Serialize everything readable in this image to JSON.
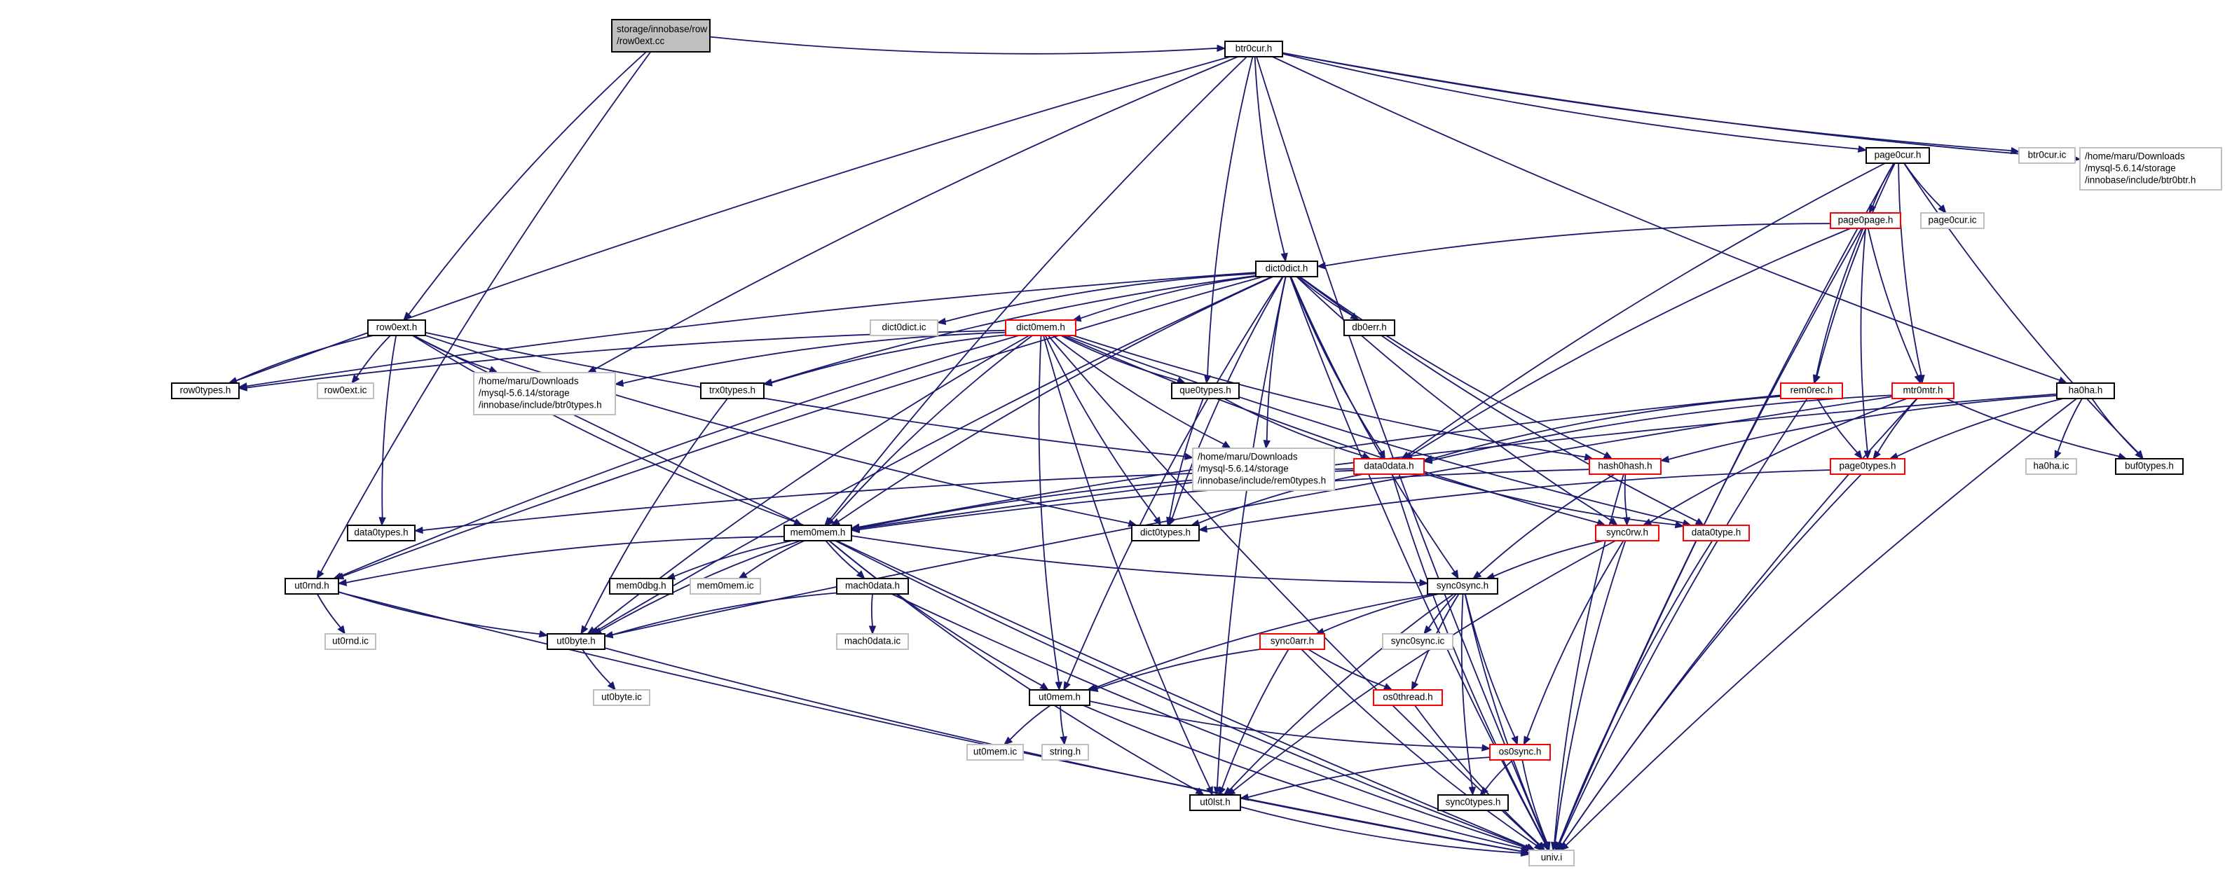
{
  "colors": {
    "edge": "#191970",
    "root_fill": "#bfbfbf",
    "root_stroke": "#000000",
    "normal_stroke": "#000000",
    "truncated_stroke": "#ff0000",
    "missing_stroke": "#bfbfbf",
    "text": "#000000"
  },
  "nodes": [
    {
      "id": "root",
      "lines": [
        "storage/innobase/row",
        "/row0ext.cc"
      ],
      "style": "root"
    },
    {
      "id": "btr0cur_h",
      "lines": [
        "btr0cur.h"
      ],
      "style": "normal"
    },
    {
      "id": "btr0cur_ic",
      "lines": [
        "btr0cur.ic"
      ],
      "style": "missing"
    },
    {
      "id": "btr0btr_h",
      "lines": [
        "/home/maru/Downloads",
        "/mysql-5.6.14/storage",
        "/innobase/include/btr0btr.h"
      ],
      "style": "missing"
    },
    {
      "id": "page0cur_h",
      "lines": [
        "page0cur.h"
      ],
      "style": "normal"
    },
    {
      "id": "page0cur_ic",
      "lines": [
        "page0cur.ic"
      ],
      "style": "missing"
    },
    {
      "id": "page0page_h",
      "lines": [
        "page0page.h"
      ],
      "style": "truncated"
    },
    {
      "id": "dict0dict_h",
      "lines": [
        "dict0dict.h"
      ],
      "style": "normal"
    },
    {
      "id": "dict0dict_ic",
      "lines": [
        "dict0dict.ic"
      ],
      "style": "missing"
    },
    {
      "id": "db0err_h",
      "lines": [
        "db0err.h"
      ],
      "style": "normal"
    },
    {
      "id": "row0ext_h",
      "lines": [
        "row0ext.h"
      ],
      "style": "normal"
    },
    {
      "id": "row0types_h",
      "lines": [
        "row0types.h"
      ],
      "style": "normal"
    },
    {
      "id": "row0ext_ic",
      "lines": [
        "row0ext.ic"
      ],
      "style": "missing"
    },
    {
      "id": "btr0types_h",
      "lines": [
        "/home/maru/Downloads",
        "/mysql-5.6.14/storage",
        "/innobase/include/btr0types.h"
      ],
      "style": "missing"
    },
    {
      "id": "dict0mem_h",
      "lines": [
        "dict0mem.h"
      ],
      "style": "truncated"
    },
    {
      "id": "trx0types_h",
      "lines": [
        "trx0types.h"
      ],
      "style": "normal"
    },
    {
      "id": "que0types_h",
      "lines": [
        "que0types.h"
      ],
      "style": "normal"
    },
    {
      "id": "rem0types_h",
      "lines": [
        "/home/maru/Downloads",
        "/mysql-5.6.14/storage",
        "/innobase/include/rem0types.h"
      ],
      "style": "missing"
    },
    {
      "id": "rem0rec_h",
      "lines": [
        "rem0rec.h"
      ],
      "style": "truncated"
    },
    {
      "id": "mtr0mtr_h",
      "lines": [
        "mtr0mtr.h"
      ],
      "style": "truncated"
    },
    {
      "id": "ha0ha_h",
      "lines": [
        "ha0ha.h"
      ],
      "style": "normal"
    },
    {
      "id": "ha0ha_ic",
      "lines": [
        "ha0ha.ic"
      ],
      "style": "missing"
    },
    {
      "id": "buf0types_h",
      "lines": [
        "buf0types.h"
      ],
      "style": "normal"
    },
    {
      "id": "data0data_h",
      "lines": [
        "data0data.h"
      ],
      "style": "truncated"
    },
    {
      "id": "hash0hash_h",
      "lines": [
        "hash0hash.h"
      ],
      "style": "truncated"
    },
    {
      "id": "page0types_h",
      "lines": [
        "page0types.h"
      ],
      "style": "truncated"
    },
    {
      "id": "data0types_h",
      "lines": [
        "data0types.h"
      ],
      "style": "normal"
    },
    {
      "id": "mem0mem_h",
      "lines": [
        "mem0mem.h"
      ],
      "style": "normal"
    },
    {
      "id": "dict0types_h",
      "lines": [
        "dict0types.h"
      ],
      "style": "normal"
    },
    {
      "id": "sync0rw_h",
      "lines": [
        "sync0rw.h"
      ],
      "style": "truncated"
    },
    {
      "id": "data0type_h",
      "lines": [
        "data0type.h"
      ],
      "style": "truncated"
    },
    {
      "id": "ut0rnd_h",
      "lines": [
        "ut0rnd.h"
      ],
      "style": "normal"
    },
    {
      "id": "mem0dbg_h",
      "lines": [
        "mem0dbg.h"
      ],
      "style": "normal"
    },
    {
      "id": "mem0mem_ic",
      "lines": [
        "mem0mem.ic"
      ],
      "style": "missing"
    },
    {
      "id": "mach0data_h",
      "lines": [
        "mach0data.h"
      ],
      "style": "normal"
    },
    {
      "id": "sync0sync_h",
      "lines": [
        "sync0sync.h"
      ],
      "style": "normal"
    },
    {
      "id": "ut0rnd_ic",
      "lines": [
        "ut0rnd.ic"
      ],
      "style": "missing"
    },
    {
      "id": "ut0byte_h",
      "lines": [
        "ut0byte.h"
      ],
      "style": "normal"
    },
    {
      "id": "mach0data_ic",
      "lines": [
        "mach0data.ic"
      ],
      "style": "missing"
    },
    {
      "id": "sync0arr_h",
      "lines": [
        "sync0arr.h"
      ],
      "style": "truncated"
    },
    {
      "id": "sync0sync_ic",
      "lines": [
        "sync0sync.ic"
      ],
      "style": "missing"
    },
    {
      "id": "ut0byte_ic",
      "lines": [
        "ut0byte.ic"
      ],
      "style": "missing"
    },
    {
      "id": "ut0mem_h",
      "lines": [
        "ut0mem.h"
      ],
      "style": "normal"
    },
    {
      "id": "os0thread_h",
      "lines": [
        "os0thread.h"
      ],
      "style": "truncated"
    },
    {
      "id": "ut0mem_ic",
      "lines": [
        "ut0mem.ic"
      ],
      "style": "missing"
    },
    {
      "id": "string_h",
      "lines": [
        "string.h"
      ],
      "style": "missing"
    },
    {
      "id": "os0sync_h",
      "lines": [
        "os0sync.h"
      ],
      "style": "truncated"
    },
    {
      "id": "ut0lst_h",
      "lines": [
        "ut0lst.h"
      ],
      "style": "normal"
    },
    {
      "id": "sync0types_h",
      "lines": [
        "sync0types.h"
      ],
      "style": "normal"
    },
    {
      "id": "univ_i",
      "lines": [
        "univ.i"
      ],
      "style": "missing"
    }
  ],
  "edges": [
    [
      "root",
      "btr0cur_h"
    ],
    [
      "root",
      "row0ext_h"
    ],
    [
      "root",
      "ut0rnd_h"
    ],
    [
      "btr0cur_h",
      "btr0cur_ic"
    ],
    [
      "btr0cur_h",
      "btr0btr_h"
    ],
    [
      "btr0cur_h",
      "page0cur_h"
    ],
    [
      "btr0cur_h",
      "dict0dict_h"
    ],
    [
      "btr0cur_h",
      "row0types_h"
    ],
    [
      "btr0cur_h",
      "btr0types_h"
    ],
    [
      "btr0cur_h",
      "que0types_h"
    ],
    [
      "btr0cur_h",
      "ha0ha_h"
    ],
    [
      "btr0cur_h",
      "mem0mem_h"
    ],
    [
      "btr0cur_h",
      "univ_i"
    ],
    [
      "page0cur_h",
      "page0cur_ic"
    ],
    [
      "page0cur_h",
      "page0page_h"
    ],
    [
      "page0cur_h",
      "rem0rec_h"
    ],
    [
      "page0cur_h",
      "mtr0mtr_h"
    ],
    [
      "page0cur_h",
      "data0data_h"
    ],
    [
      "page0cur_h",
      "buf0types_h"
    ],
    [
      "page0cur_h",
      "univ_i"
    ],
    [
      "page0page_h",
      "dict0dict_h"
    ],
    [
      "page0page_h",
      "rem0rec_h"
    ],
    [
      "page0page_h",
      "mtr0mtr_h"
    ],
    [
      "page0page_h",
      "page0types_h"
    ],
    [
      "page0page_h",
      "data0data_h"
    ],
    [
      "page0page_h",
      "univ_i"
    ],
    [
      "dict0dict_h",
      "dict0dict_ic"
    ],
    [
      "dict0dict_h",
      "db0err_h"
    ],
    [
      "dict0dict_h",
      "dict0mem_h"
    ],
    [
      "dict0dict_h",
      "row0types_h"
    ],
    [
      "dict0dict_h",
      "trx0types_h"
    ],
    [
      "dict0dict_h",
      "rem0types_h"
    ],
    [
      "dict0dict_h",
      "data0data_h"
    ],
    [
      "dict0dict_h",
      "data0type_h"
    ],
    [
      "dict0dict_h",
      "hash0hash_h"
    ],
    [
      "dict0dict_h",
      "sync0rw_h"
    ],
    [
      "dict0dict_h",
      "sync0sync_h"
    ],
    [
      "dict0dict_h",
      "mem0mem_h"
    ],
    [
      "dict0dict_h",
      "dict0types_h"
    ],
    [
      "dict0dict_h",
      "ut0mem_h"
    ],
    [
      "dict0dict_h",
      "ut0lst_h"
    ],
    [
      "dict0dict_h",
      "ut0rnd_h"
    ],
    [
      "dict0dict_h",
      "ut0byte_h"
    ],
    [
      "dict0dict_h",
      "univ_i"
    ],
    [
      "row0ext_h",
      "row0types_h"
    ],
    [
      "row0ext_h",
      "row0ext_ic"
    ],
    [
      "row0ext_h",
      "btr0types_h"
    ],
    [
      "row0ext_h",
      "rem0types_h"
    ],
    [
      "row0ext_h",
      "data0types_h"
    ],
    [
      "row0ext_h",
      "mem0mem_h"
    ],
    [
      "row0ext_h",
      "dict0types_h"
    ],
    [
      "row0ext_h",
      "univ_i"
    ],
    [
      "dict0mem_h",
      "row0types_h"
    ],
    [
      "dict0mem_h",
      "btr0types_h"
    ],
    [
      "dict0mem_h",
      "trx0types_h"
    ],
    [
      "dict0mem_h",
      "que0types_h"
    ],
    [
      "dict0mem_h",
      "rem0types_h"
    ],
    [
      "dict0mem_h",
      "hash0hash_h"
    ],
    [
      "dict0mem_h",
      "data0type_h"
    ],
    [
      "dict0mem_h",
      "mem0mem_h"
    ],
    [
      "dict0mem_h",
      "dict0types_h"
    ],
    [
      "dict0mem_h",
      "sync0rw_h"
    ],
    [
      "dict0mem_h",
      "ut0rnd_h"
    ],
    [
      "dict0mem_h",
      "ut0byte_h"
    ],
    [
      "dict0mem_h",
      "ut0mem_h"
    ],
    [
      "dict0mem_h",
      "ut0lst_h"
    ],
    [
      "dict0mem_h",
      "univ_i"
    ],
    [
      "trx0types_h",
      "ut0byte_h"
    ],
    [
      "que0types_h",
      "data0data_h"
    ],
    [
      "que0types_h",
      "dict0types_h"
    ],
    [
      "rem0rec_h",
      "data0data_h"
    ],
    [
      "rem0rec_h",
      "page0types_h"
    ],
    [
      "rem0rec_h",
      "mem0mem_h"
    ],
    [
      "rem0rec_h",
      "univ_i"
    ],
    [
      "mtr0mtr_h",
      "page0types_h"
    ],
    [
      "mtr0mtr_h",
      "data0data_h"
    ],
    [
      "mtr0mtr_h",
      "sync0rw_h"
    ],
    [
      "mtr0mtr_h",
      "buf0types_h"
    ],
    [
      "mtr0mtr_h",
      "univ_i"
    ],
    [
      "mtr0mtr_h",
      "ut0byte_h"
    ],
    [
      "ha0ha_h",
      "ha0ha_ic"
    ],
    [
      "ha0ha_h",
      "buf0types_h"
    ],
    [
      "ha0ha_h",
      "page0types_h"
    ],
    [
      "ha0ha_h",
      "hash0hash_h"
    ],
    [
      "ha0ha_h",
      "mem0mem_h"
    ],
    [
      "ha0ha_h",
      "univ_i"
    ],
    [
      "data0data_h",
      "data0types_h"
    ],
    [
      "data0data_h",
      "data0type_h"
    ],
    [
      "data0data_h",
      "mem0mem_h"
    ],
    [
      "data0data_h",
      "dict0types_h"
    ],
    [
      "data0data_h",
      "univ_i"
    ],
    [
      "hash0hash_h",
      "mem0mem_h"
    ],
    [
      "hash0hash_h",
      "sync0rw_h"
    ],
    [
      "hash0hash_h",
      "sync0sync_h"
    ],
    [
      "hash0hash_h",
      "univ_i"
    ],
    [
      "page0types_h",
      "dict0types_h"
    ],
    [
      "page0types_h",
      "univ_i"
    ],
    [
      "mem0mem_h",
      "ut0rnd_h"
    ],
    [
      "mem0mem_h",
      "mem0dbg_h"
    ],
    [
      "mem0mem_h",
      "mem0mem_ic"
    ],
    [
      "mem0mem_h",
      "mach0data_h"
    ],
    [
      "mem0mem_h",
      "sync0sync_h"
    ],
    [
      "mem0mem_h",
      "ut0byte_h"
    ],
    [
      "mem0mem_h",
      "ut0mem_h"
    ],
    [
      "mem0mem_h",
      "ut0lst_h"
    ],
    [
      "mem0mem_h",
      "univ_i"
    ],
    [
      "sync0rw_h",
      "sync0sync_h"
    ],
    [
      "sync0rw_h",
      "os0sync_h"
    ],
    [
      "sync0rw_h",
      "ut0lst_h"
    ],
    [
      "sync0rw_h",
      "univ_i"
    ],
    [
      "data0type_h",
      "univ_i"
    ],
    [
      "ut0rnd_h",
      "ut0rnd_ic"
    ],
    [
      "ut0rnd_h",
      "ut0byte_h"
    ],
    [
      "ut0rnd_h",
      "univ_i"
    ],
    [
      "mach0data_h",
      "mach0data_ic"
    ],
    [
      "mach0data_h",
      "ut0byte_h"
    ],
    [
      "mach0data_h",
      "univ_i"
    ],
    [
      "sync0sync_h",
      "sync0sync_ic"
    ],
    [
      "sync0sync_h",
      "sync0arr_h"
    ],
    [
      "sync0sync_h",
      "os0thread_h"
    ],
    [
      "sync0sync_h",
      "os0sync_h"
    ],
    [
      "sync0sync_h",
      "ut0mem_h"
    ],
    [
      "sync0sync_h",
      "ut0lst_h"
    ],
    [
      "sync0sync_h",
      "sync0types_h"
    ],
    [
      "sync0sync_h",
      "univ_i"
    ],
    [
      "ut0byte_h",
      "ut0byte_ic"
    ],
    [
      "ut0byte_h",
      "univ_i"
    ],
    [
      "sync0arr_h",
      "ut0mem_h"
    ],
    [
      "sync0arr_h",
      "os0thread_h"
    ],
    [
      "sync0arr_h",
      "ut0lst_h"
    ],
    [
      "sync0arr_h",
      "univ_i"
    ],
    [
      "ut0mem_h",
      "ut0mem_ic"
    ],
    [
      "ut0mem_h",
      "string_h"
    ],
    [
      "ut0mem_h",
      "os0sync_h"
    ],
    [
      "ut0mem_h",
      "univ_i"
    ],
    [
      "os0thread_h",
      "univ_i"
    ],
    [
      "os0sync_h",
      "sync0types_h"
    ],
    [
      "os0sync_h",
      "ut0lst_h"
    ],
    [
      "os0sync_h",
      "univ_i"
    ],
    [
      "ut0lst_h",
      "univ_i"
    ]
  ]
}
